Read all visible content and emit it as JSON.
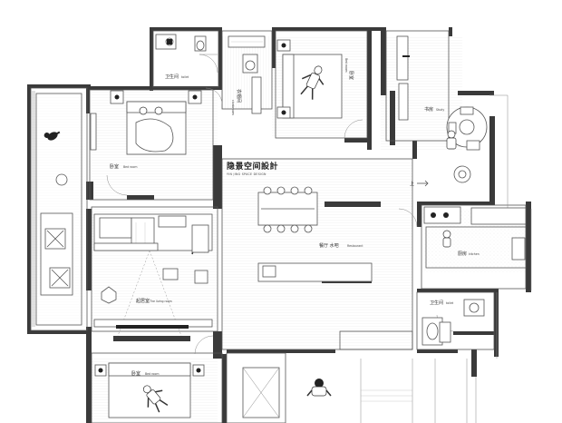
{
  "brand": {
    "title": "隐景空间設計",
    "subtitle": "YIN JING SPACE DESIGN"
  },
  "rooms": {
    "bathroom_top": {
      "cn": "卫生间",
      "en": "toilet"
    },
    "cloakroom": {
      "cn": "衣帽间",
      "en": "cloakroom"
    },
    "bedroom_top": {
      "cn": "卧室",
      "en": "Bed room"
    },
    "bedroom_master": {
      "cn": "卧室",
      "en": "Bed room"
    },
    "study": {
      "cn": "书房",
      "en": "Study"
    },
    "living": {
      "cn": "起居室",
      "en": "The living room"
    },
    "dining": {
      "cn": "餐厅 水吧",
      "en": "Restaurant"
    },
    "kitchen": {
      "cn": "厨房",
      "en": "kitchen"
    },
    "bathroom_right": {
      "cn": "卫生间",
      "en": "toilet"
    },
    "bedroom_bottom": {
      "cn": "卧室",
      "en": "Bed room"
    }
  },
  "annotations": {
    "up_arrow": "上"
  },
  "colors": {
    "wall": "#3a3a3a",
    "line": "#555555",
    "background": "#ffffff"
  }
}
